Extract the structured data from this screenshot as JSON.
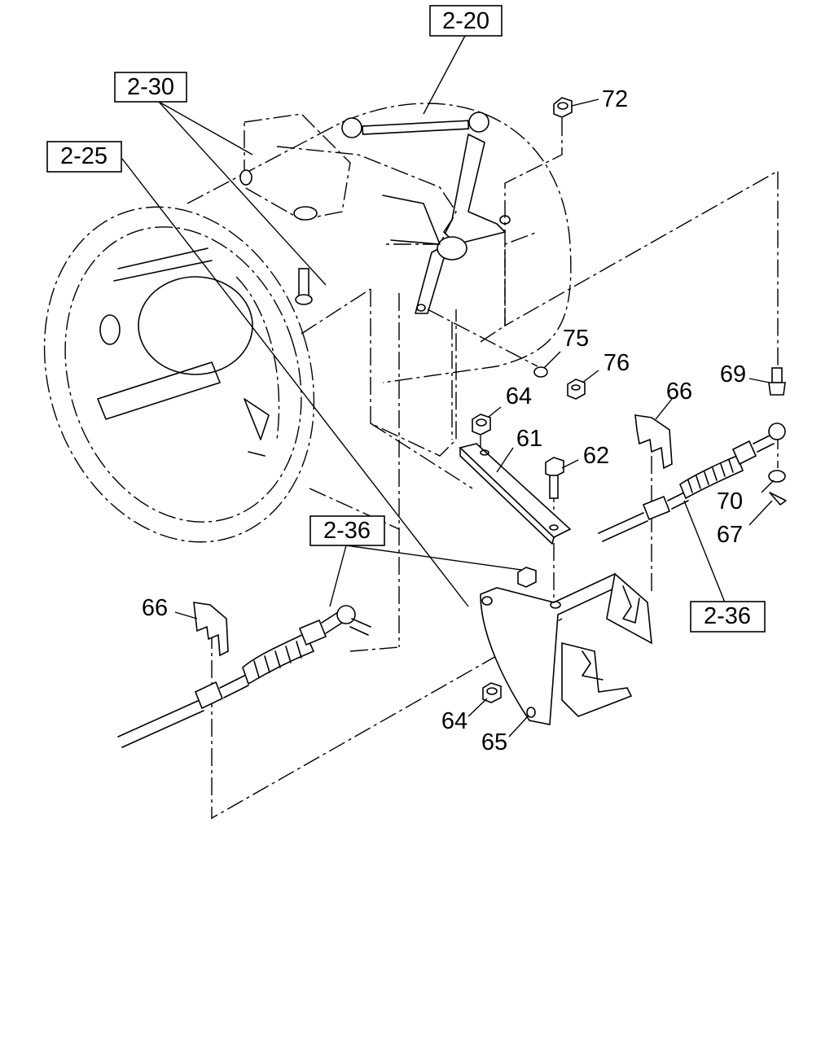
{
  "ref_boxes": {
    "r_2_20": "2-20",
    "r_2_30": "2-30",
    "r_2_25": "2-25",
    "r_2_36_left": "2-36",
    "r_2_36_right": "2-36"
  },
  "callouts": {
    "c72": "72",
    "c75": "75",
    "c76": "76",
    "c69": "69",
    "c64_top": "64",
    "c66_right": "66",
    "c61": "61",
    "c62": "62",
    "c70": "70",
    "c67": "67",
    "c66_left": "66",
    "c64_bottom": "64",
    "c65": "65"
  }
}
